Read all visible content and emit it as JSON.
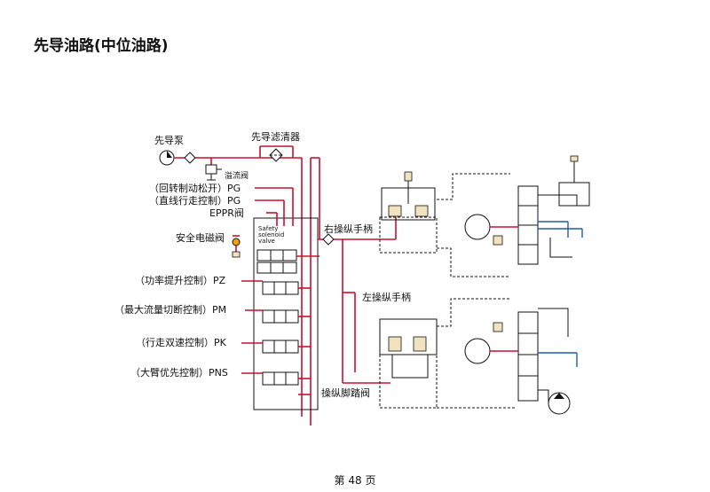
{
  "page": {
    "title": "先导油路(中位油路)",
    "page_number": "第 48 页"
  },
  "labels": {
    "pilot_pump": "先导泵",
    "pilot_filter": "先导滤清器",
    "relief_valve": "溢流阀",
    "swing_brake_release": "（回转制动松开）PG",
    "straight_travel_control": "（直线行走控制）PG",
    "eppr_valve": "EPPR阀",
    "safety_solenoid_valve": "安全电磁阀",
    "safety_solenoid_small_1": "Safety",
    "safety_solenoid_small_2": "solenoid",
    "safety_solenoid_small_3": "valve",
    "power_boost_control": "（功率提升控制）PZ",
    "max_flow_cutoff_control": "（最大流量切断控制）PM",
    "travel_two_speed_control": "（行走双速控制）PK",
    "boom_priority_control": "（大臂优先控制）PNS",
    "right_joystick": "右操纵手柄",
    "left_joystick": "左操纵手柄",
    "travel_pedal_valve": "操纵脚踏阀"
  },
  "colors": {
    "pilot_line": "#c8102e",
    "tank_line": "#1a5fa8",
    "outline": "#111111",
    "component_fill": "#f2e3c0"
  }
}
